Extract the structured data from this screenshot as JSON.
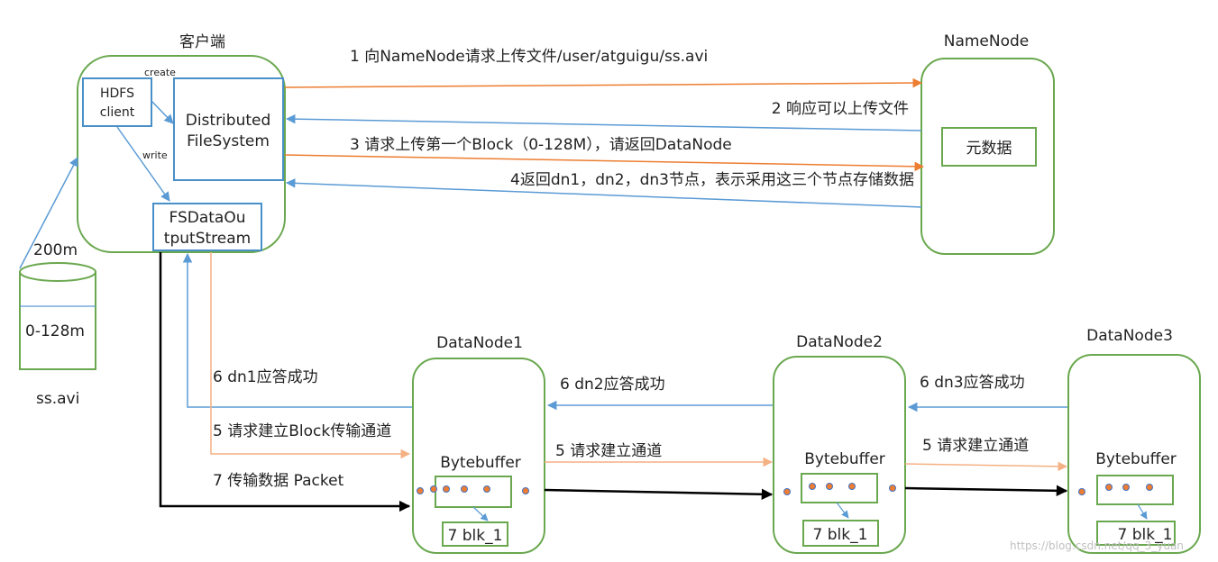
{
  "colors": {
    "node_border": "#6aa84f",
    "box_border": "#4a90c8",
    "blue_arrow": "#5b9bd5",
    "orange_arrow": "#ed7d31",
    "light_orange_arrow": "#f4b183",
    "black_arrow": "#000000",
    "dot_fill": "#ed7d31",
    "dot_stroke": "#4472c4"
  },
  "client": {
    "title": "客户端",
    "hdfs_client_line1": "HDFS",
    "hdfs_client_line2": "client",
    "dfs_line1": "Distributed",
    "dfs_line2": "FileSystem",
    "fsdos_line1": "FSDataOu",
    "fsdos_line2": "tputStream",
    "create_label": "create",
    "write_label": "write"
  },
  "file": {
    "size": "200m",
    "block": "0-128m",
    "name": "ss.avi"
  },
  "namenode": {
    "title": "NameNode",
    "metadata": "元数据"
  },
  "messages": {
    "step1": "1 向NameNode请求上传文件/user/atguigu/ss.avi",
    "step2": "2 响应可以上传文件",
    "step3": "3 请求上传第一个Block（0-128M），请返回DataNode",
    "step4": "4返回dn1，dn2，dn3节点，表示采用这三个节点存储数据",
    "step6_dn1": "6 dn1应答成功",
    "step5_client": "5 请求建立Block传输通道",
    "step7": "7 传输数据  Packet",
    "step6_dn2": "6 dn2应答成功",
    "step5_dn1": "5 请求建立通道",
    "step6_dn3": "6 dn3应答成功",
    "step5_dn2": "5 请求建立通道"
  },
  "datanodes": [
    {
      "title": "DataNode1",
      "buffer": "Bytebuffer",
      "block": "7 blk_1"
    },
    {
      "title": "DataNode2",
      "buffer": "Bytebuffer",
      "block": "7 blk_1"
    },
    {
      "title": "DataNode3",
      "buffer": "Bytebuffer",
      "block": "7 blk_1"
    }
  ],
  "watermark": "https://blog.csdn.net/qq_3_yuan"
}
